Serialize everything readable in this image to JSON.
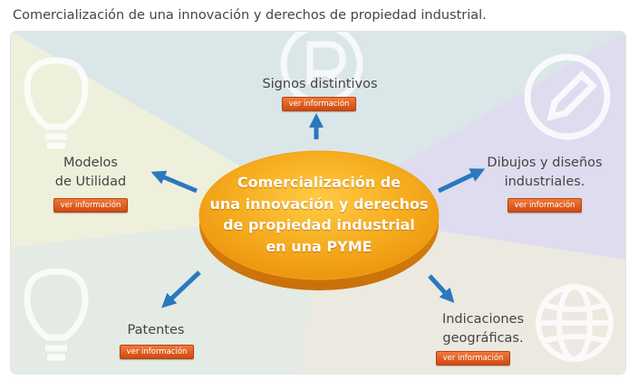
{
  "header": {
    "title": "Comercialización de una innovación y derechos de propiedad industrial."
  },
  "center": {
    "lines": [
      "Comercialización de",
      "una innovación y derechos",
      "de propiedad industrial",
      "en una PYME"
    ]
  },
  "nodes": {
    "signos": {
      "label": "Signos distintivos",
      "button": "ver información",
      "icon": "registered-mark-icon"
    },
    "modelos": {
      "line1": "Modelos",
      "line2": "de Utilidad",
      "button": "ver información",
      "icon": "lightbulb-icon"
    },
    "dibujos": {
      "line1": "Dibujos y diseños",
      "line2": "industriales.",
      "button": "ver información",
      "icon": "pencil-icon"
    },
    "patentes": {
      "label": "Patentes",
      "button": "ver información",
      "icon": "lightbulb-icon"
    },
    "indicaciones": {
      "line1": "Indicaciones",
      "line2": "geográficas.",
      "button": "ver información",
      "icon": "globe-icon"
    }
  },
  "colors": {
    "center_fill": "#f4a91c",
    "arrow": "#2a78bf",
    "button": "#e5601f",
    "sector_top": "#dbe6e8",
    "sector_left": "#eef0dc",
    "sector_right": "#dddced",
    "sector_bottom_left": "#e2ebe4",
    "sector_bottom_right": "#ebe8e0"
  }
}
